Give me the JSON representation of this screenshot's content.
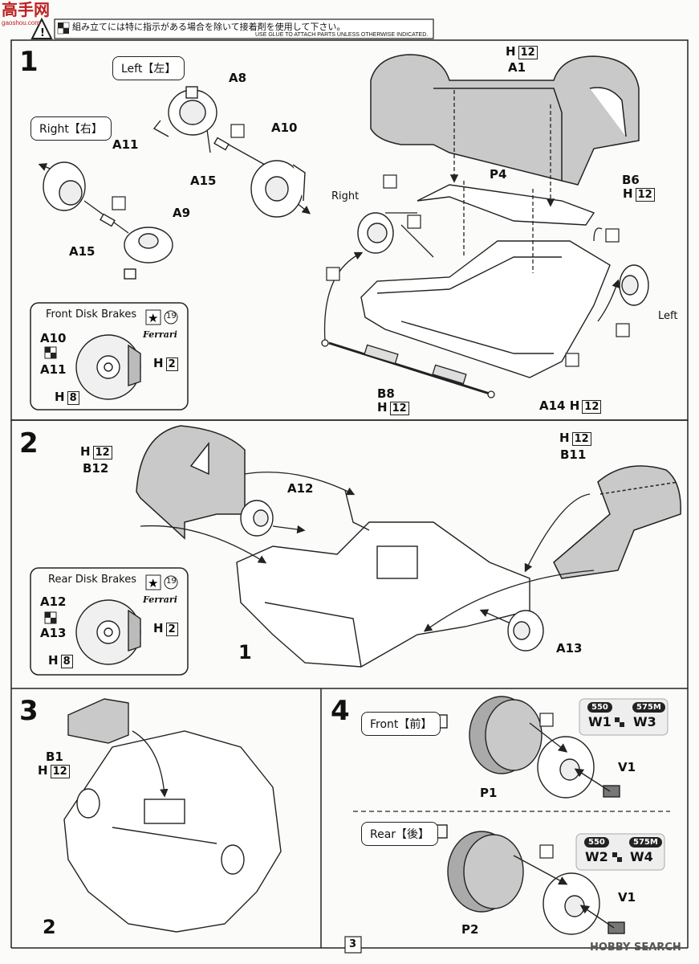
{
  "header": {
    "warning_jp": "組み立てには特に指示がある場合を除いて接着剤を使用して下さい。",
    "warning_en": "USE GLUE TO ATTACH PARTS UNLESS OTHERWISE INDICATED.",
    "watermark_top": "高手网",
    "watermark_url": "gaoshou.com"
  },
  "steps": {
    "s1": {
      "number": "1",
      "left_label": "Left【左】",
      "right_label": "Right【右】",
      "parts": {
        "a8": "A8",
        "a10": "A10",
        "a11": "A11",
        "a15a": "A15",
        "a15b": "A15",
        "a9": "A9",
        "a1": "A1",
        "p4": "P4",
        "b6": "B6",
        "b8": "B8",
        "a14": "A14"
      },
      "h12": "H",
      "h12_num": "12",
      "right_side": "Right",
      "left_side": "Left",
      "legend": {
        "title": "Front Disk Brakes",
        "badge": "19",
        "brand": "Ferrari",
        "a_top": "A10",
        "a_bot": "A11",
        "h2": "H",
        "h2_num": "2",
        "h8": "H",
        "h8_num": "8"
      }
    },
    "s2": {
      "number": "2",
      "parts": {
        "b12": "B12",
        "a12": "A12",
        "b11": "B11",
        "a13": "A13",
        "one": "1"
      },
      "h12": "H",
      "h12_num": "12",
      "legend": {
        "title": "Rear Disk Brakes",
        "badge": "19",
        "brand": "Ferrari",
        "a_top": "A12",
        "a_bot": "A13",
        "h2": "H",
        "h2_num": "2",
        "h8": "H",
        "h8_num": "8"
      }
    },
    "s3": {
      "number": "3",
      "parts": {
        "b1": "B1",
        "two": "2"
      },
      "h12": "H",
      "h12_num": "12"
    },
    "s4": {
      "number": "4",
      "front_label": "Front【前】",
      "rear_label": "Rear【後】",
      "v550": "550",
      "v575": "575M",
      "parts": {
        "w1": "W1",
        "w3": "W3",
        "w2": "W2",
        "w4": "W4",
        "v1a": "V1",
        "v1b": "V1",
        "p1": "P1",
        "p2": "P2"
      }
    }
  },
  "footer": {
    "page_number": "3",
    "watermark": "HOBBY SEARCH"
  },
  "colors": {
    "part_gray": "#c9c9c9",
    "line": "#222222"
  }
}
